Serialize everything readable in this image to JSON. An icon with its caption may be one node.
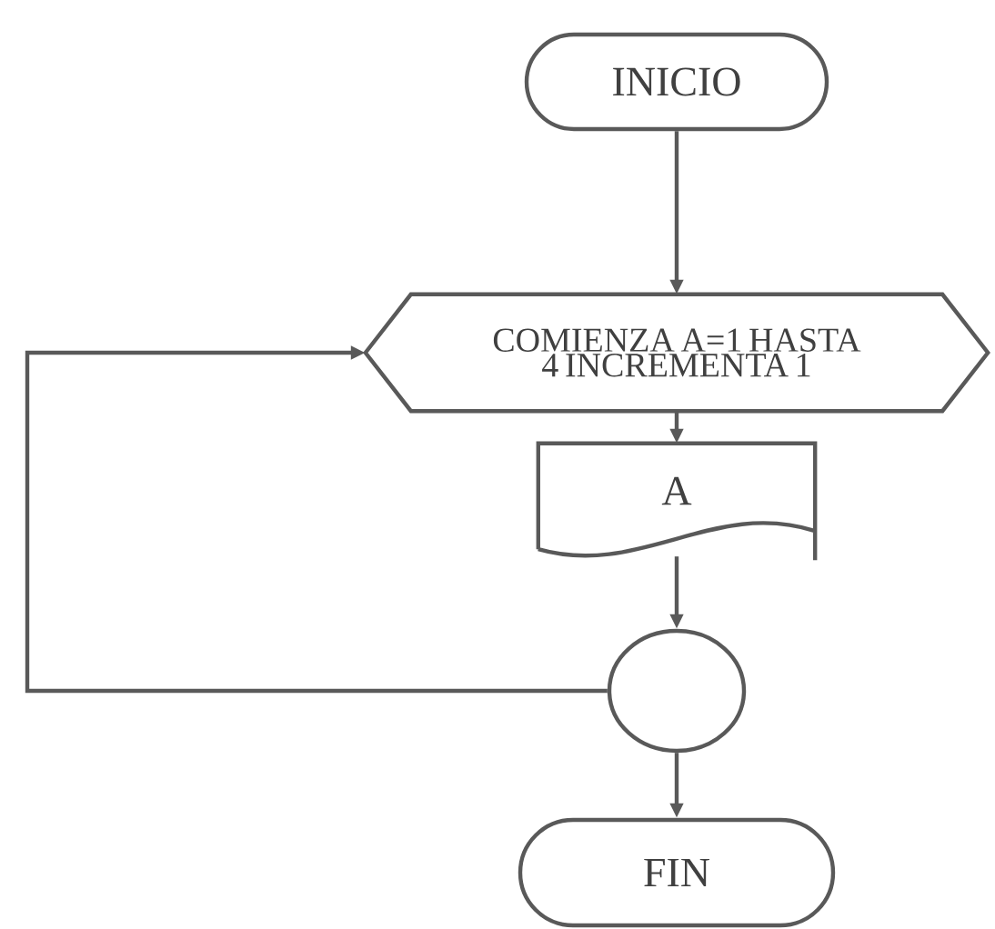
{
  "diagram": {
    "nodes": [
      {
        "text": [
          "INICIO"
        ]
      },
      {
        "text": [
          "COMIENZA A=1 HASTA 4 INCREMENTA 1"
        ]
      },
      {
        "text": [
          "A"
        ]
      },
      {
        "text": [],
        "shape": "circle"
      },
      {
        "text": [
          "FIN"
        ]
      }
    ],
    "edges": [
      {
        "from": 0,
        "to": 1,
        "arrow": "to"
      },
      {
        "from": 1,
        "to": 2,
        "arrow": "to"
      },
      {
        "from": 2,
        "to": 3,
        "arrow": "to"
      },
      {
        "from": 3,
        "to": 4,
        "arrow": "to"
      },
      {
        "from": 3,
        "to": 1,
        "arrow": "to"
      }
    ]
  }
}
